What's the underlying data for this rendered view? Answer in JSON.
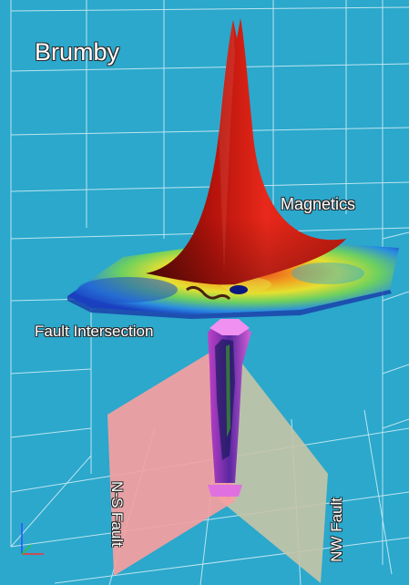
{
  "scene": {
    "title": "Brumby",
    "labels": {
      "magnetics": "Magnetics",
      "fault_intersection": "Fault Intersection",
      "ns_fault": "N-S Fault",
      "nw_fault": "NW Fault"
    },
    "colors": {
      "background": "#2ba8cc",
      "grid": "#d8eef6",
      "magnetic_peak": "#d8200c",
      "ns_fault_plane": "#f6a0a0",
      "nw_fault_plane": "#c6c4a6",
      "intersection_body": "#e070e0"
    }
  }
}
